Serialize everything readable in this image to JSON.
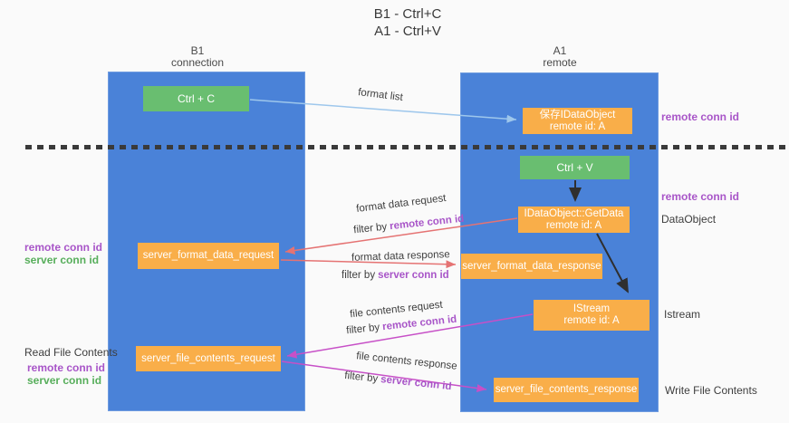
{
  "title": {
    "line1": "B1 - Ctrl+C",
    "line2": "A1 - Ctrl+V"
  },
  "lanes": {
    "left": {
      "name": "B1",
      "sub": "connection"
    },
    "right": {
      "name": "A1",
      "sub": "remote"
    }
  },
  "boxes": {
    "ctrl_c": {
      "label": "Ctrl + C"
    },
    "ctrl_v": {
      "label": "Ctrl + V"
    },
    "save_idataobject": {
      "line1": "保存IDataObject",
      "line2": "remote id: A"
    },
    "getdata": {
      "line1": "IDataObject::GetData",
      "line2": "remote id: A"
    },
    "istream": {
      "line1": "IStream",
      "line2": "remote id: A"
    },
    "format_request": {
      "label": "server_format_data_request"
    },
    "format_response": {
      "label": "server_format_data_response"
    },
    "file_request": {
      "label": "server_file_contents_request"
    },
    "file_response": {
      "label": "server_file_contents_response"
    }
  },
  "flow": {
    "format_list": "format list",
    "format_data_request": "format data request",
    "format_data_response": "format data response",
    "file_contents_request": "file contents request",
    "file_contents_response": "file contents response",
    "filter_by": "filter by",
    "remote_conn_id": "remote conn id",
    "server_conn_id": "server conn id"
  },
  "side": {
    "remote_conn_id": "remote conn id",
    "server_conn_id": "server conn id",
    "dataobject": "DataObject",
    "istream": "Istream",
    "read_file_contents": "Read File Contents",
    "write_file_contents": "Write File Contents"
  },
  "colors": {
    "lane_blue": "#4a82d8",
    "box_orange": "#f9ae49",
    "box_green": "#69be70",
    "purple_text": "#a855c8",
    "green_text": "#57ae5b",
    "arrow_light_blue": "#9ec7ec",
    "arrow_red": "#e57373",
    "arrow_magenta": "#c750c7",
    "arrow_black": "#2f2f2f"
  }
}
